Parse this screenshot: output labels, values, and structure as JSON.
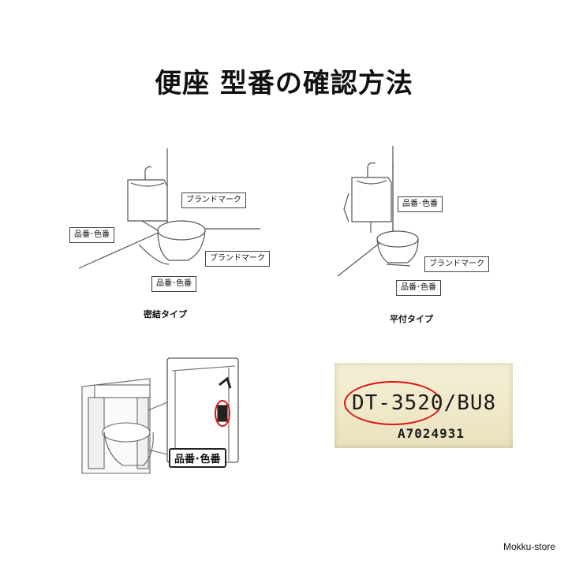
{
  "title": "便座 型番の確認方法",
  "diagrams": {
    "close_coupled": {
      "caption": "密結タイプ",
      "callouts": {
        "brand_tank": "ブランドマーク",
        "part_no_left": "品番･色番",
        "brand_bowl": "ブランドマーク",
        "part_no_bottom": "品番･色番"
      }
    },
    "flat": {
      "caption": "平付タイプ",
      "callouts": {
        "part_no_tank": "品番･色番",
        "brand_bowl": "ブランドマーク",
        "part_no_bottom": "品番･色番"
      }
    },
    "tankless": {
      "detail_label": "品番･色番"
    }
  },
  "label_photo": {
    "model": "DT-3520/BU8",
    "serial": "A7024931",
    "highlight_color": "#d11111"
  },
  "footer": {
    "store": "Mokku-store"
  }
}
